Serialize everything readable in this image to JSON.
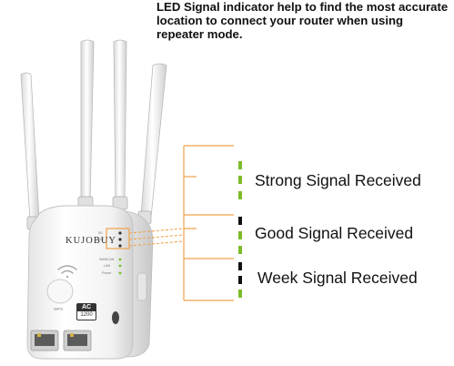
{
  "caption": "LED Signal indicator help to find the most accurate location to connect your router when using repeater mode.",
  "device": {
    "brand": "KUJOBUY",
    "wps_label": "WPS",
    "badge_top": "AC",
    "badge_bottom": "1200",
    "led_labels": [
      "5G",
      "2.4G",
      "WAN/LAN",
      "LAN",
      "Power"
    ]
  },
  "signals": [
    {
      "label": "Strong Signal Received",
      "bars": [
        "green",
        "green",
        "green"
      ]
    },
    {
      "label": "Good Signal Received",
      "bars": [
        "black",
        "green",
        "green"
      ]
    },
    {
      "label": "Week Signal Received",
      "bars": [
        "black",
        "black",
        "green"
      ]
    }
  ],
  "colors": {
    "led_green": "#7dbb2a",
    "bracket_orange": "#f0a24a",
    "led_off": "#111111"
  }
}
